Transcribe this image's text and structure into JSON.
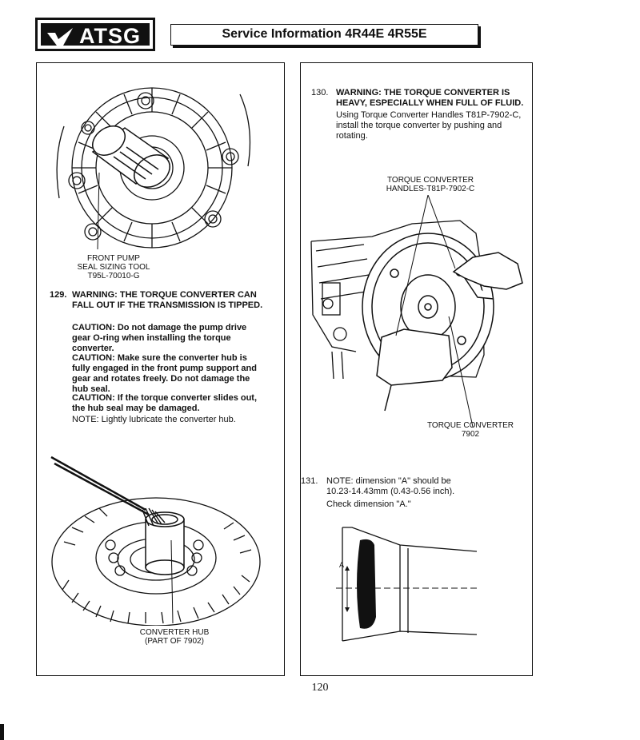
{
  "header": {
    "logo_text": "ATSG",
    "title": "Service Information 4R44E  4R55E"
  },
  "left_panel": {
    "fig1_caption": [
      "FRONT PUMP",
      "SEAL SIZING TOOL",
      "T95L-70010-G"
    ],
    "step129": {
      "number": "129.",
      "warning": "WARNING: THE TORQUE CONVERTER CAN FALL OUT IF THE TRANSMISSION IS TIPPED.",
      "caution1": "CAUTION: Do not damage the pump drive gear O-ring when installing the torque converter.",
      "caution2": "CAUTION: Make sure the converter hub is fully engaged in the front pump support and gear and rotates freely. Do not damage the hub seal.",
      "caution3": "CAUTION: If the torque converter slides out, the hub seal may be damaged.",
      "note": "NOTE: Lightly lubricate the converter hub."
    },
    "fig2_caption": [
      "CONVERTER HUB",
      "(PART OF 7902)"
    ]
  },
  "right_panel": {
    "step130": {
      "number": "130.",
      "warning": "WARNING: THE TORQUE CONVERTER IS HEAVY, ESPECIALLY WHEN FULL OF FLUID.",
      "text": "Using Torque Converter Handles T81P-7902-C, install the torque converter by pushing and rotating."
    },
    "fig3_label_top": [
      "TORQUE CONVERTER",
      "HANDLES-T81P-7902-C"
    ],
    "fig3_label_bottom": [
      "TORQUE CONVERTER",
      "7902"
    ],
    "step131": {
      "number": "131.",
      "note": "NOTE: dimension \"A\" should be 10.23-14.43mm (0.43-0.56 inch).",
      "text": "Check dimension \"A.\""
    },
    "fig4_label": "A"
  },
  "footer": {
    "page_number": "120"
  }
}
